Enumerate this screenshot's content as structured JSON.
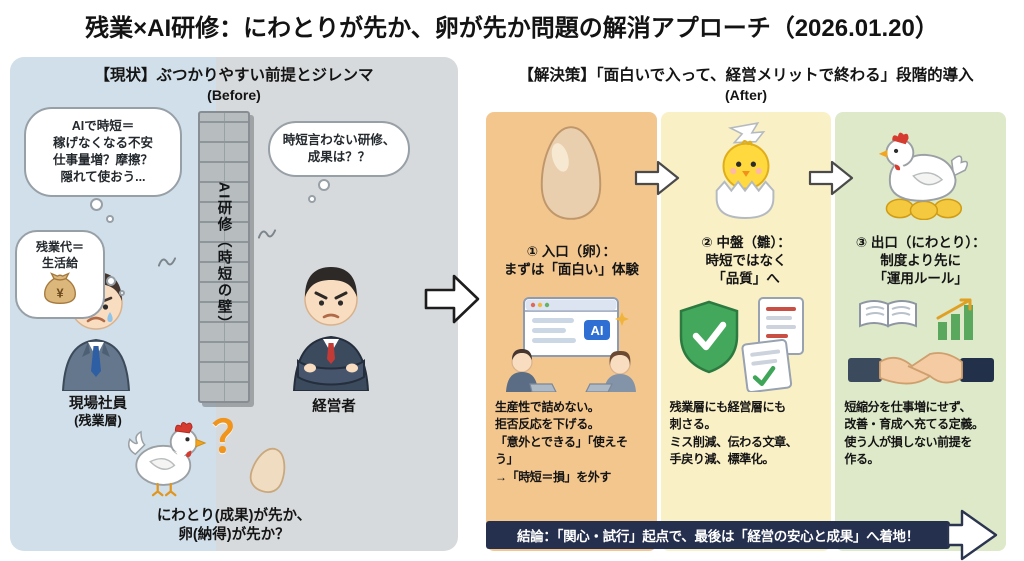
{
  "title": "残業×AI研修：にわとりが先か、卵が先か問題の解消アプローチ（2026.01.20）",
  "before": {
    "heading": "【現状】ぶつかりやすい前提とジレンマ",
    "phase_label": "(Before)",
    "worker_thought": "AIで時短＝\n稼げなくなる不安\n仕事量増？摩擦？\n隠れて使おう...",
    "pay_thought": "残業代＝\n生活給",
    "money_symbol": "¥",
    "wall_label": "AI研修（時短の壁）",
    "manager_thought": "時短言わない研修、成果は？？",
    "worker_label": "現場社員",
    "worker_sublabel": "(残業層)",
    "manager_label": "経営者",
    "question_mark": "？",
    "chicken_egg_question": "にわとり(成果)が先か、\n卵(納得)が先か？"
  },
  "after": {
    "heading": "【解決策】「面白いで入って、経営メリットで終わる」段階的導入",
    "phase_label": "(After)",
    "steps": [
      {
        "title": "① 入口（卵）：\nまずは「面白い」体験",
        "description": "生産性で詰めない。\n拒否反応を下げる。\n「意外とできる」「使えそう」\n→「時短＝損」を外す",
        "icon": "egg-icon",
        "badge": "AI",
        "bg_color": "#f3c68e"
      },
      {
        "title": "② 中盤（雛）：\n時短ではなく\n「品質」へ",
        "description": "残業層にも経営層にも\n刺さる。\nミス削減、伝わる文章、\n手戻り減、標準化。",
        "icon": "hatching-chick-icon",
        "bg_color": "#faf0c6"
      },
      {
        "title": "③ 出口（にわとり）：\n制度より先に\n「運用ルール」",
        "description": "短縮分を仕事増にせず、\n改善・育成へ充てる定義。\n使う人が損しない前提を\n作る。",
        "icon": "hen-on-eggs-icon",
        "bg_color": "#dde9c8"
      }
    ],
    "conclusion": "結論：「関心・試行」起点で、最後は「経営の安心と成果」へ着地！"
  },
  "colors": {
    "worker_side_bg": "#d0dfe9",
    "manager_side_bg": "#d7dadc",
    "step1_bg": "#f3c68e",
    "step2_bg": "#faf0c6",
    "step3_bg": "#dde9c8",
    "conclusion_bg": "#252f4e",
    "question_mark_accent": "#f0941c"
  }
}
